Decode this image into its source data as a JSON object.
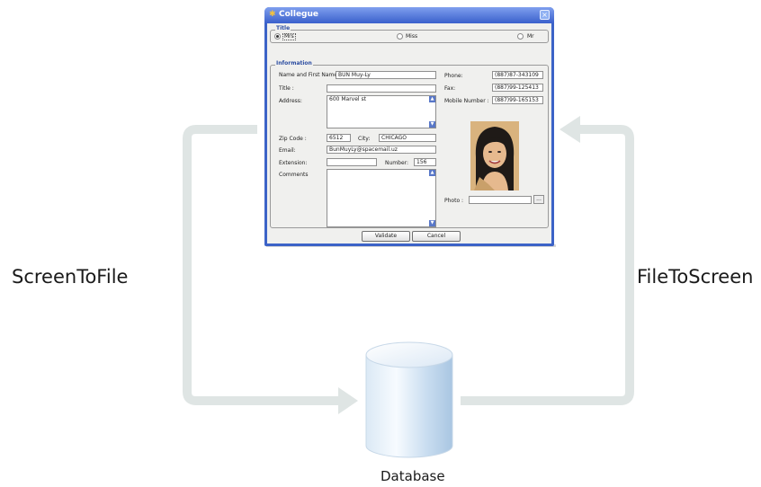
{
  "labels": {
    "left": "ScreenToFile",
    "right": "FileToScreen",
    "database": "Database"
  },
  "window": {
    "title": "Collegue",
    "close": "×",
    "title_section": {
      "legend": "Title",
      "options": [
        "Mrs",
        "Miss",
        "Mr"
      ],
      "selected": "Mrs"
    },
    "info_section": {
      "legend": "Information",
      "name_label": "Name and First Name:",
      "name_value": "BUN Muy-Ly",
      "title_label": "Title :",
      "title_value": "",
      "address_label": "Address:",
      "address_value": "600 Marvel st",
      "zip_label": "Zip Code :",
      "zip_value": "6512",
      "city_label": "City:",
      "city_value": "CHICAGO",
      "email_label": "Email:",
      "email_value": "BunMuyLy@spacemail.uz",
      "extension_label": "Extension:",
      "extension_value": "",
      "number_label": "Number:",
      "number_value": "156",
      "comments_label": "Comments",
      "comments_value": "",
      "phone_label": "Phone:",
      "phone_value": "(887)87-343109",
      "fax_label": "Fax:",
      "fax_value": "(887)99-125413",
      "mobile_label": "Mobile Number :",
      "mobile_value": "(887)99-165153",
      "photo_label": "Photo :",
      "photo_value": "",
      "browse_label": "..."
    },
    "buttons": {
      "validate": "Validate",
      "cancel": "Cancel"
    }
  },
  "colors": {
    "arrow": "#dfe5e4",
    "window_frame": "#3c63c7",
    "cylinder_light": "#ffffff",
    "cylinder_dark": "#b9d2e8"
  }
}
